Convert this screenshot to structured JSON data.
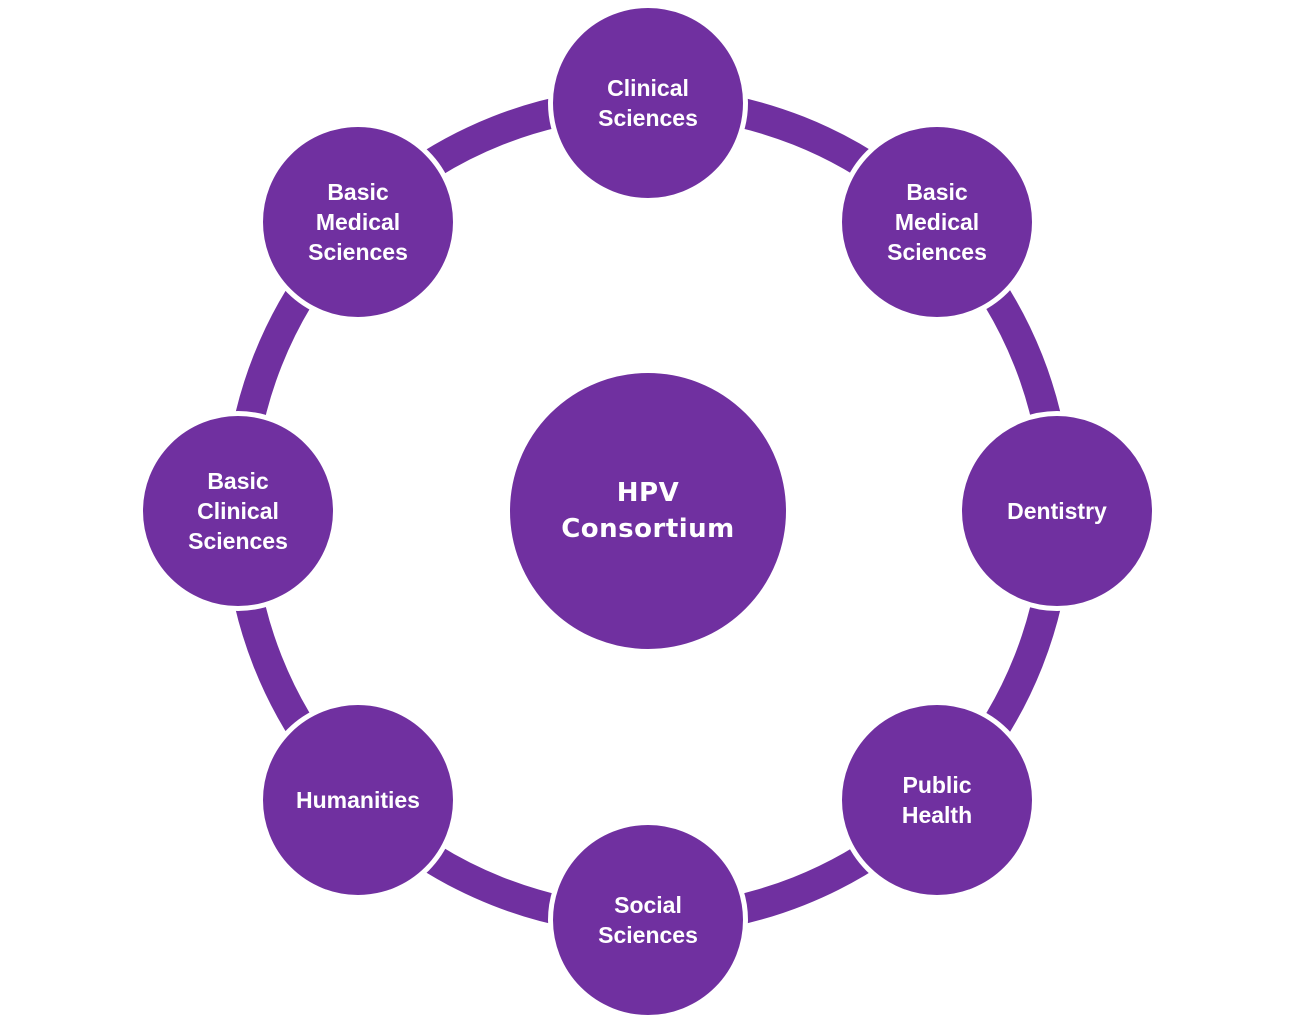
{
  "colors": {
    "node_fill": "#7030a0",
    "ring_stroke": "#7030a0",
    "background": "#ffffff",
    "text": "#ffffff"
  },
  "center": {
    "label": "HPV\nConsortium"
  },
  "nodes": [
    {
      "label": "Clinical\nSciences"
    },
    {
      "label": "Basic\nMedical\nSciences"
    },
    {
      "label": "Dentistry"
    },
    {
      "label": "Public\nHealth"
    },
    {
      "label": "Social\nSciences"
    },
    {
      "label": "Humanities"
    },
    {
      "label": "Basic\nClinical\nSciences"
    },
    {
      "label": "Basic\nMedical\nSciences"
    }
  ]
}
